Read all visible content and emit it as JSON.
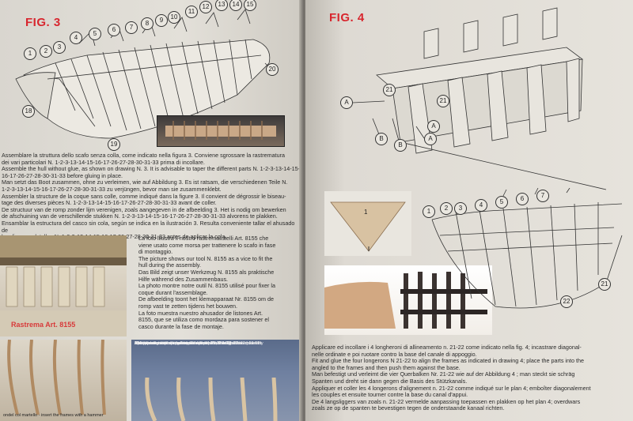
{
  "left_page": {
    "figure_label": "FIG. 3",
    "callouts": [
      "1",
      "2",
      "3",
      "4",
      "5",
      "6",
      "7",
      "8",
      "9",
      "10",
      "11",
      "12",
      "13",
      "14",
      "15",
      "18",
      "19",
      "20"
    ],
    "assembly_text": [
      "Assemblare la struttura dello scafo senza colla, come indicato nella figura 3. Conviene sgrossare la rastrematura",
      "dei vari particolari N. 1-2-3-13-14-15-16-17-26-27-28-30-31-33 prima di incollare.",
      "Assemble the hull without glue, as shown on drawing N. 3. It is advisable to taper the different parts N. 1-2-3-13-14-15-",
      "16-17-26-27-28-30-31-33 before gluing in place.",
      "Man setzt das Boot zusammen, ohne zu verleimen, wie auf Abbildung 3. Es ist ratsam, die verschiedenen Teile N.",
      "1-2-3-13-14-15-16-17-26-27-28-30-31-33 zu verjüngen, bevor man sie zusammenklebt.",
      "Assembler la structure de la coque sans colle, comme indiqué dans la figure 3. Il convient de dégrossir le biseau-",
      "tage des diverses pièces N. 1-2-3-13-14-15-16-17-26-27-28-30-31-33 avant de coller.",
      "De structuur van de romp zonder lijm verenigen, zoals aangegeven in de afbeelding 3. Het is nodig om bewerken",
      "de afschuining van de verschillende stukken N. 1-2-3-13-14-15-16-17-26-27-28-30-31-33 alvorens te plakken.",
      "Ensamblar la estructura del casco sin cola, según se indica en la ilustración 3. Resulta conveniente tallar el ahusado de",
      "los diversos detalles N. 1-2-3-13-14-15-16-17-26-27-28-30-31-33 antes de aplicar la cola."
    ],
    "tool_text": [
      "La foto illustra il nostro rastremalistelli Art. 8155 che",
      "viene usato come morsa per trattenere lo scafo in fase",
      "di montaggio.",
      "The picture shows our tool N. 8155 as a vice to fit the",
      "hull during the assembly.",
      "Das Bild zeigt unser Werkzeug N. 8155 als praktische",
      "Hilfe während des Zusammenbaus.",
      "La photo montre notre outil N. 8155 utilisé pour fixer la",
      "coque durant l'assemblage.",
      "De afbeelding toont het klemapparaat Nr. 8155 om de",
      "romp vast te zetten tijdens het bouwen.",
      "La foto muestra nuestro ahusador de listones Art.",
      "8155, que se utiliza como mordaza para sostener el",
      "casco durante la fase de montaje."
    ],
    "photo_tool_label": "Rastrema Art. 8155",
    "photo_bottom_text": [
      "Incollare ora dopo l'inserimento dei pezzi n. 21-22",
      "After placing the two pair of parts N. 21-22, then glue the assembly",
      "Man verleimt erst nach dem Einsetzen der Teile Nr. 21-22",
      "Coller seulement après l'insertion des pièces n. 21-22",
      "Allen lijmen na de integratie stukken n. 21-22 alleen maar plakken",
      "Aplique cola sólo una vez que haya insertado las piezas nº 21-22"
    ],
    "photo_left_caption": "ondel col martello - insert the frames with a hammer"
  },
  "right_page": {
    "figure_label": "FIG. 4",
    "callouts": [
      "A",
      "A",
      "B",
      "B",
      "A",
      "21",
      "21",
      "1",
      "2",
      "3",
      "4",
      "5",
      "6",
      "7",
      "21",
      "22"
    ],
    "piece_label": "1",
    "instructions": [
      "Applicare ed incollare i 4 longheroni di allineamento n. 21-22 come indicato nella fig. 4; incastrare diagonal-",
      "nelle ordinate e poi ruotare contro la base del canale di appoggio.",
      "Fit and glue the four longerons N 21-22 to align the frames as indicated in drawing 4; place the parts into the",
      "angled to the frames and then push them against the base.",
      "Man befestigt und verleimt die vier Querbalken Nr. 21-22 wie auf der Abbildung 4 ; man steckt sie schräg",
      "Spanten und dreht sie dann gegen die Basis des Stützkanals.",
      "Appliquer et coller les 4 longerons d'alignement n. 21-22 comme indiqué sur le plan 4; emboîter diagonalement",
      "les couples et ensuite tourner contre la base du canal d'appui.",
      "De 4 langsliggers van zoals n. 21-22 vermelde aanpassing toepassen en plakken op het plan 4; overdwars",
      "zoals ze op de spanten te bevestigen tegen de onderstaande kanaal richten."
    ]
  }
}
